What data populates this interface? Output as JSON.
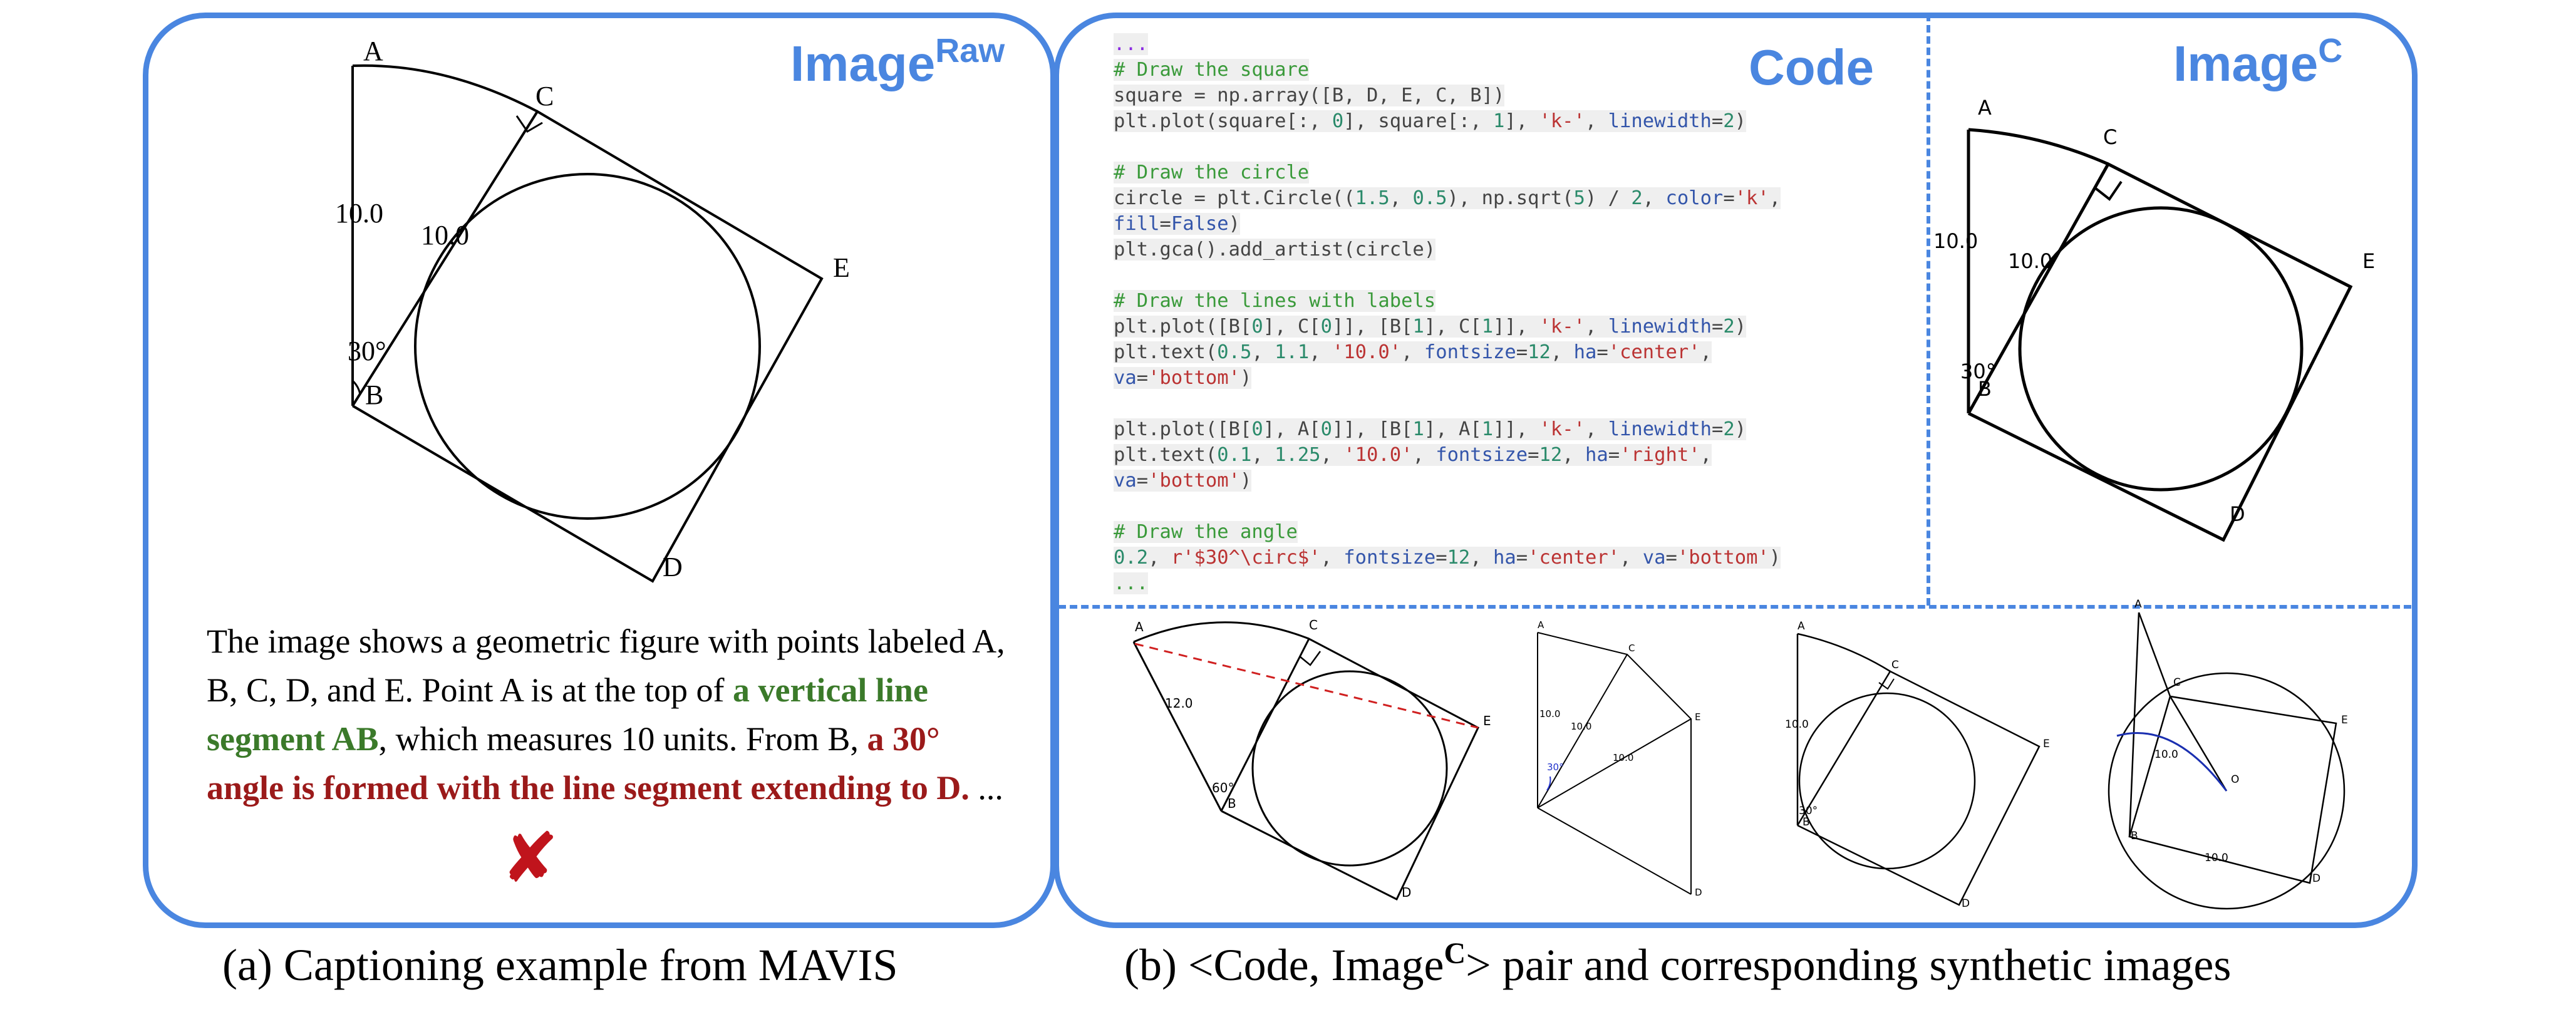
{
  "panel_a": {
    "title": "Image",
    "title_sup": "Raw",
    "labels": {
      "A": "A",
      "B": "B",
      "C": "C",
      "D": "D",
      "E": "E"
    },
    "len_ab": "10.0",
    "len_bc": "10.0",
    "angle": "30°",
    "caption": {
      "t1": "The image shows a geometric figure with points labeled A, B, C, D, and E. Point A is at the top of ",
      "g1": "a vertical line segment AB",
      "t2": ", which measures 10 units. From B, ",
      "r1": "a 30° angle is formed with the line segment extending to D.",
      "t3": " ..."
    }
  },
  "panel_b": {
    "code_title": "Code",
    "image_title": "Image",
    "image_title_sup": "C",
    "code_lines": {
      "l0": "...",
      "l1": "# Draw the square",
      "l2a": "square = np.array([B, D, E, C, B])",
      "l3a": "plt.plot(square[:, ",
      "l3b": "0",
      "l3c": "], square[:, ",
      "l3d": "1",
      "l3e": "], ",
      "l3f": "'k-'",
      "l3g": ", ",
      "l3h": "linewidth",
      "l3i": "=",
      "l3j": "2",
      "l3k": ")",
      "l4": "# Draw the circle",
      "l5a": "circle = plt.Circle((",
      "l5b": "1.5",
      "l5c": ", ",
      "l5d": "0.5",
      "l5e": "), np.sqrt(",
      "l5f": "5",
      "l5g": ") / ",
      "l5h": "2",
      "l5i": ", ",
      "l5j": "color",
      "l5k": "=",
      "l5l": "'k'",
      "l5m": ",",
      "l6a": "fill",
      "l6b": "=",
      "l6c": "False",
      "l6d": ")",
      "l7": "plt.gca().add_artist(circle)",
      "l8": "# Draw the lines with labels",
      "l9a": "plt.plot([B[",
      "l9b": "0",
      "l9c": "], C[",
      "l9d": "0",
      "l9e": "]], [B[",
      "l9f": "1",
      "l9g": "], C[",
      "l9h": "1",
      "l9i": "]], ",
      "l9j": "'k-'",
      "l9k": ", ",
      "l9l": "linewidth",
      "l9m": "=",
      "l9n": "2",
      "l9o": ")",
      "l10a": "plt.text(",
      "l10b": "0.5",
      "l10c": ", ",
      "l10d": "1.1",
      "l10e": ", ",
      "l10f": "'10.0'",
      "l10g": ", ",
      "l10h": "fontsize",
      "l10i": "=",
      "l10j": "12",
      "l10k": ", ",
      "l10l": "ha",
      "l10m": "=",
      "l10n": "'center'",
      "l10o": ",",
      "l11a": "va",
      "l11b": "=",
      "l11c": "'bottom'",
      "l11d": ")",
      "l12a": "plt.plot([B[",
      "l12b": "0",
      "l12c": "], A[",
      "l12d": "0",
      "l12e": "]], [B[",
      "l12f": "1",
      "l12g": "], A[",
      "l12h": "1",
      "l12i": "]], ",
      "l12j": "'k-'",
      "l12k": ", ",
      "l12l": "linewidth",
      "l12m": "=",
      "l12n": "2",
      "l12o": ")",
      "l13a": "plt.text(",
      "l13b": "0.1",
      "l13c": ", ",
      "l13d": "1.25",
      "l13e": ", ",
      "l13f": "'10.0'",
      "l13g": ", ",
      "l13h": "fontsize",
      "l13i": "=",
      "l13j": "12",
      "l13k": ", ",
      "l13l": "ha",
      "l13m": "=",
      "l13n": "'right'",
      "l13o": ",",
      "l14a": "va",
      "l14b": "=",
      "l14c": "'bottom'",
      "l14d": ")",
      "l15": "# Draw the angle",
      "l16a": "0.2",
      "l16b": ", ",
      "l16c": "r'$30^\\circ$'",
      "l16d": ", ",
      "l16e": "fontsize",
      "l16f": "=",
      "l16g": "12",
      "l16h": ", ",
      "l16i": "ha",
      "l16j": "=",
      "l16k": "'center'",
      "l16l": ", ",
      "l16m": "va",
      "l16n": "=",
      "l16o": "'bottom'",
      "l16p": ")",
      "l17": "..."
    },
    "imgc_labels": {
      "A": "A",
      "B": "B",
      "C": "C",
      "D": "D",
      "E": "E",
      "len1": "10.0",
      "len2": "10.0",
      "angle": "30°"
    },
    "syn1": {
      "A": "A",
      "B": "B",
      "C": "C",
      "D": "D",
      "E": "E",
      "len": "12.0",
      "angle": "60°"
    },
    "syn2": {
      "A": "A",
      "C": "C",
      "E": "E",
      "D": "D",
      "l1": "10.0",
      "l2": "10.0",
      "l3": "10.0",
      "angle": "30°"
    },
    "syn3": {
      "A": "A",
      "B": "B",
      "C": "C",
      "D": "D",
      "E": "E",
      "len": "10.0",
      "angle": "30°"
    },
    "syn4": {
      "A": "A",
      "B": "B",
      "C": "C",
      "D": "D",
      "E": "E",
      "O": "O",
      "l1": "10.0",
      "l2": "10.0"
    }
  },
  "captions": {
    "a": "(a) Captioning example from MAVIS",
    "b_pre": "(b) <Code, Image",
    "b_sup": "C",
    "b_post": "> pair and corresponding synthetic images"
  }
}
